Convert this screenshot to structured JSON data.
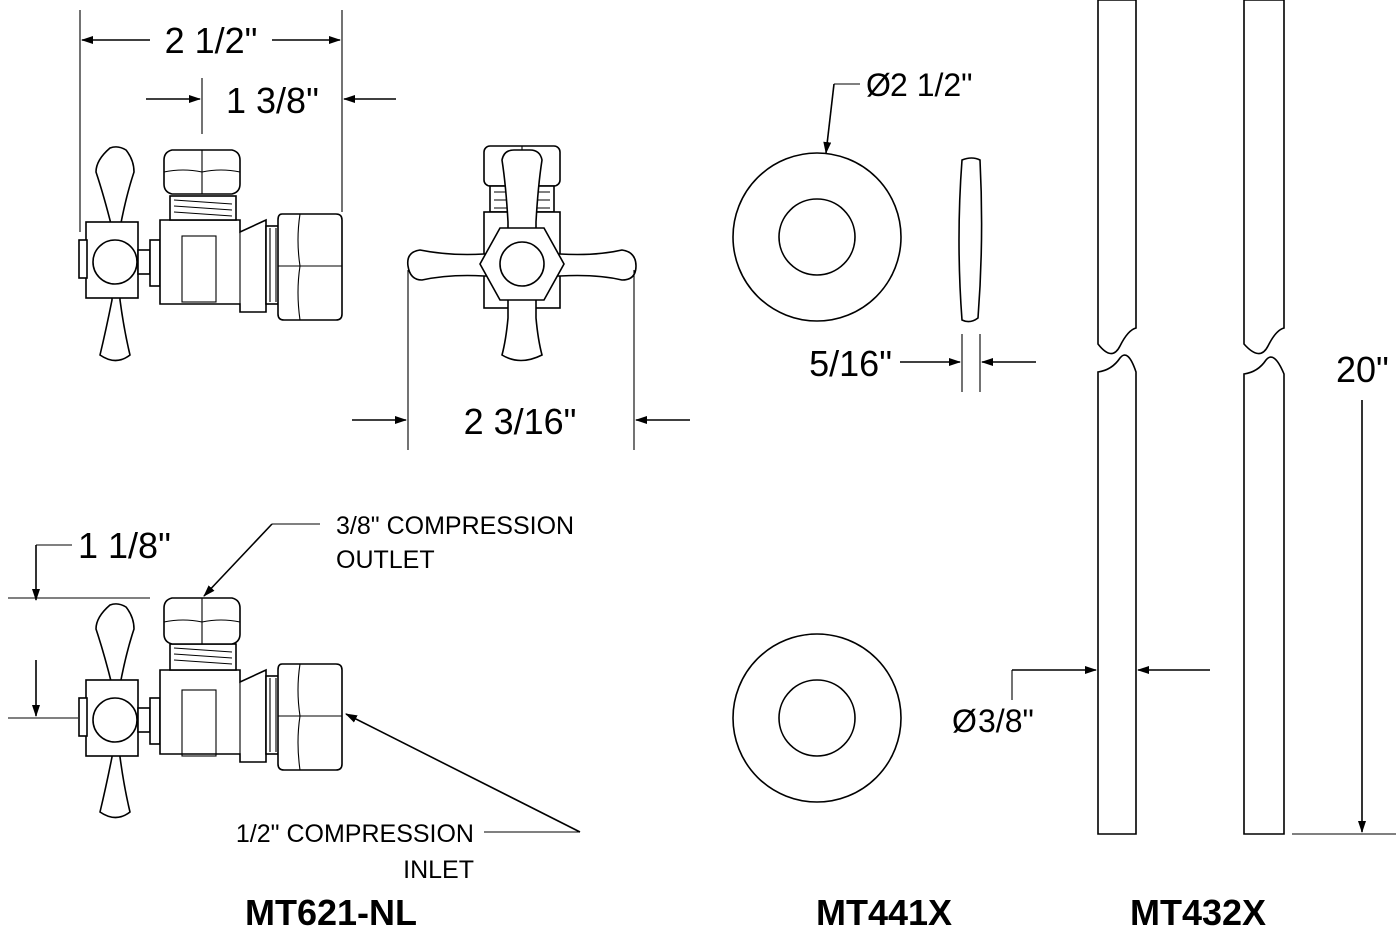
{
  "models": {
    "valve": "MT621-NL",
    "flange": "MT441X",
    "tube": "MT432X"
  },
  "dimensions": {
    "valve_overall_width": "2 1/2\"",
    "valve_outlet_offset": "1 3/8\"",
    "handle_span": "2 3/16\"",
    "valve_height_offset": "1 1/8\"",
    "flange_diameter": "2 1/2\"",
    "flange_thickness": "5/16\"",
    "tube_diameter": "3/8\"",
    "tube_length": "20\""
  },
  "symbols": {
    "diameter": "Ø"
  },
  "callouts": {
    "outlet_line1": "3/8\" COMPRESSION",
    "outlet_line2": "OUTLET",
    "inlet_line1": "1/2\" COMPRESSION",
    "inlet_line2": "INLET"
  }
}
